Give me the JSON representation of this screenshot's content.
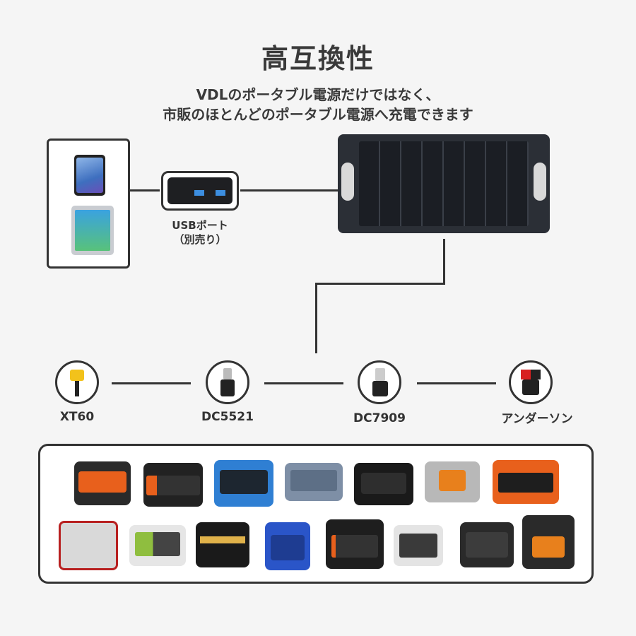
{
  "header": {
    "title": "高互換性",
    "subtitle_line1": "VDLのポータブル電源だけではなく、",
    "subtitle_line2": "市販のほとんどのポータブル電源へ充電できます"
  },
  "usb_port": {
    "label_line1": "USBポート",
    "label_line2": "（別売り）"
  },
  "connectors": [
    {
      "label": "XT60",
      "icon": "xt60-connector-icon"
    },
    {
      "label": "DC5521",
      "icon": "dc5521-connector-icon"
    },
    {
      "label": "DC7909",
      "icon": "dc7909-connector-icon"
    },
    {
      "label": "アンダーソン",
      "icon": "anderson-connector-icon"
    }
  ],
  "colors": {
    "line": "#333333",
    "panel": "#2b2f36",
    "orange": "#e8601c",
    "blue": "#2f7fd3"
  }
}
